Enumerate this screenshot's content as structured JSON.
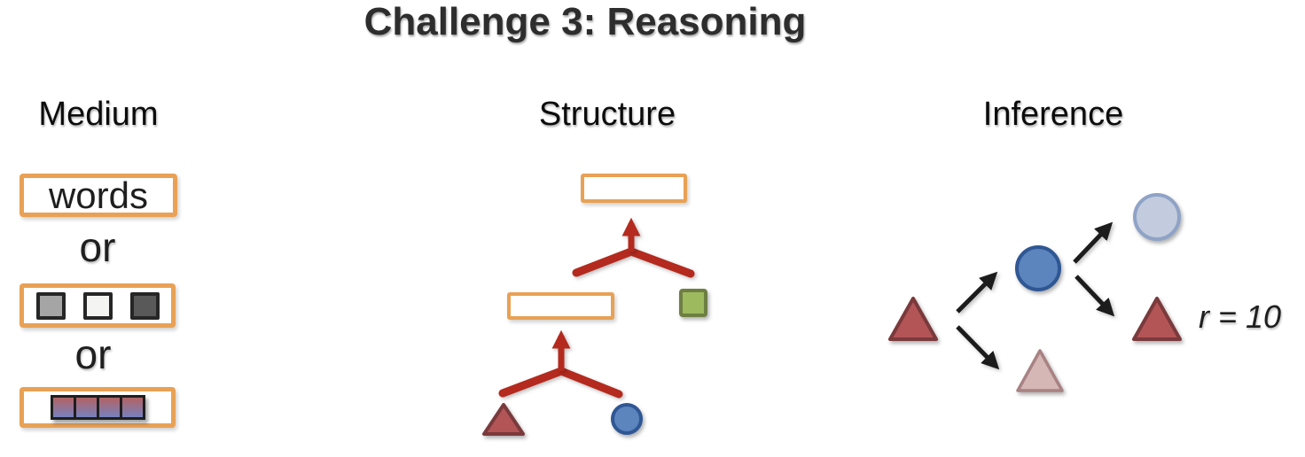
{
  "title": "Challenge 3: Reasoning",
  "medium": {
    "header": "Medium",
    "words_label": "words",
    "or_1": "or",
    "or_2": "or",
    "gray_squares": [
      "#a5a5a5",
      "#f4f4f2",
      "#595959"
    ],
    "gradient_cell_count": 4
  },
  "structure": {
    "header": "Structure"
  },
  "inference": {
    "header": "Inference",
    "correlation_label": "r = 10"
  },
  "colors": {
    "title_text": "#2d2d2d",
    "box_border_orange": "#e8a155",
    "arrow_red": "#b42a1e",
    "arrow_black": "#1c1c1c",
    "triangle_red_fill": "#b35557",
    "triangle_red_border": "#7a3a3c",
    "triangle_pink_fill": "#d5b7b6",
    "triangle_pink_border": "#a98284",
    "circle_blue_fill": "#5c85be",
    "circle_blue_border": "#2f5794",
    "circle_lightblue_fill": "#c3ccde",
    "circle_lightblue_border": "#8fa3c6",
    "square_green_fill": "#9dba5f",
    "square_green_border": "#6e7f42",
    "gray_square_medium": "#a5a5a5",
    "gray_square_light": "#f4f4f2",
    "gray_square_dark": "#595959",
    "gradient_square_top": "#b26263",
    "gradient_square_bottom": "#7781be"
  }
}
